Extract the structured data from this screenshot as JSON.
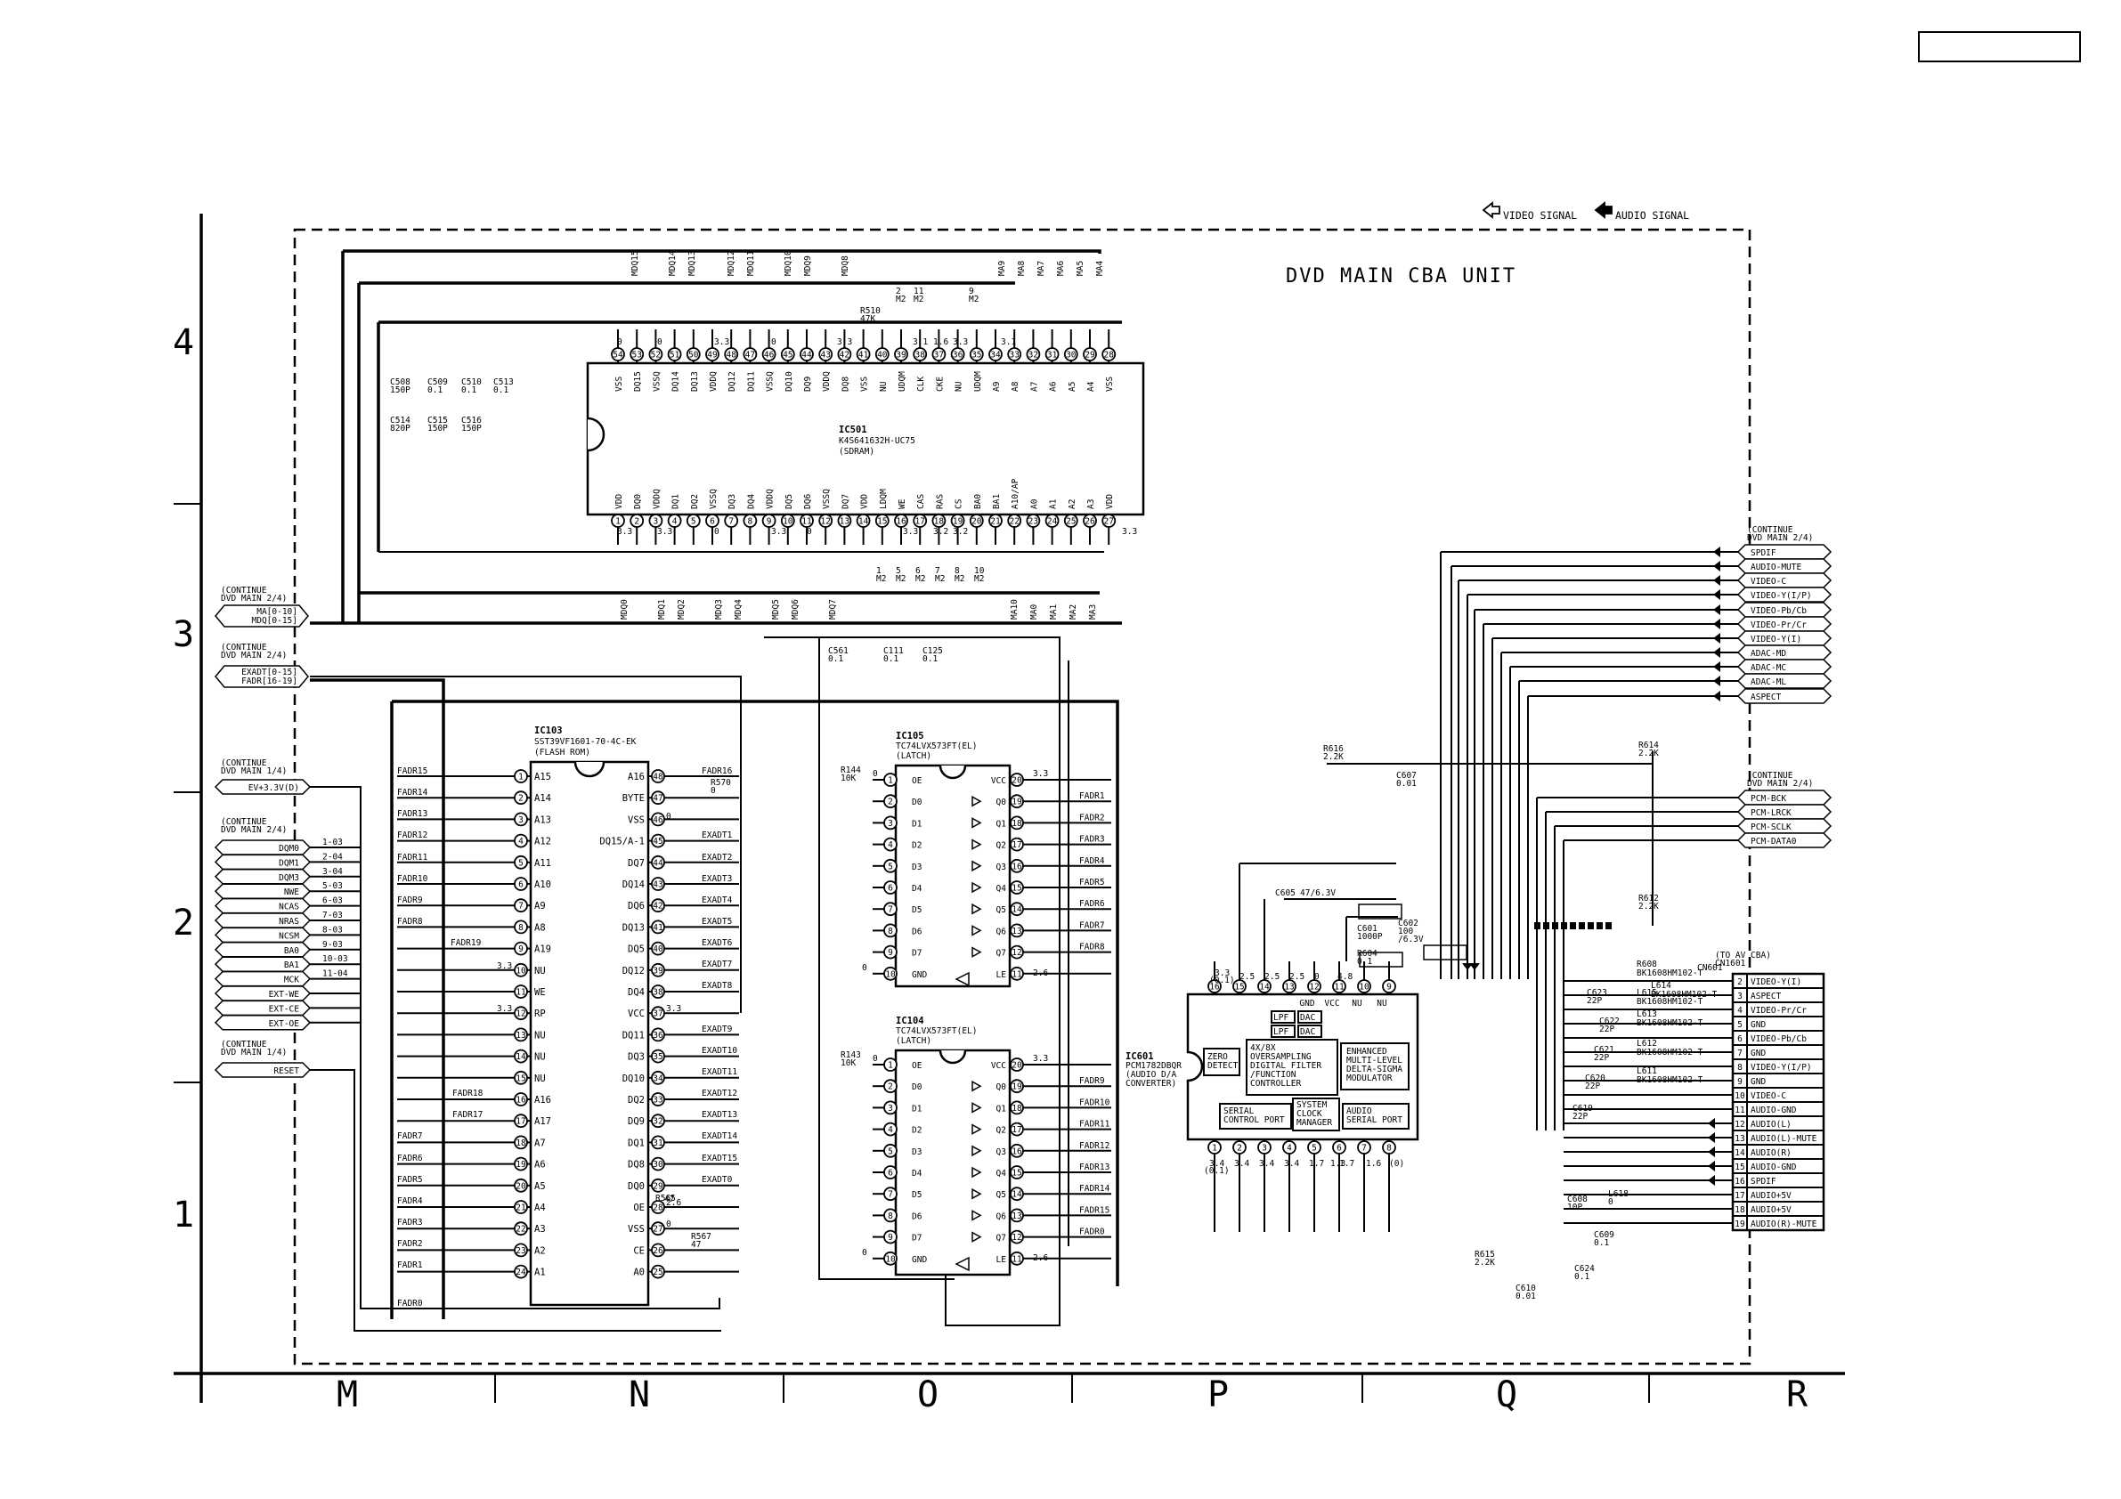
{
  "title": "DVD MAIN CBA UNIT",
  "legend": {
    "video": "VIDEO SIGNAL",
    "audio": "AUDIO SIGNAL"
  },
  "grid": {
    "rows": [
      "4",
      "3",
      "2",
      "1"
    ],
    "cols": [
      "M",
      "N",
      "O",
      "P",
      "Q",
      "R"
    ]
  },
  "ic501": {
    "ref": "IC501",
    "part": "K4S641632H-UC75",
    "desc": "(SDRAM)",
    "top_pins": [
      "VSS",
      "DQ15",
      "VSSQ",
      "DQ14",
      "DQ13",
      "VDDQ",
      "DQ12",
      "DQ11",
      "VSSQ",
      "DQ10",
      "DQ9",
      "VDDQ",
      "DQ8",
      "VSS",
      "NU",
      "UDQM",
      "CLK",
      "CKE",
      "NU",
      "UDQM",
      "A9",
      "A8",
      "A7",
      "A6",
      "A5",
      "A4",
      "VSS"
    ],
    "top_nums": [
      "54",
      "53",
      "52",
      "51",
      "50",
      "49",
      "48",
      "47",
      "46",
      "45",
      "44",
      "43",
      "42",
      "41",
      "40",
      "39",
      "38",
      "37",
      "36",
      "35",
      "34",
      "33",
      "32",
      "31",
      "30",
      "29",
      "28"
    ],
    "bottom_pins": [
      "VDD",
      "DQ0",
      "VDDQ",
      "DQ1",
      "DQ2",
      "VSSQ",
      "DQ3",
      "DQ4",
      "VDDQ",
      "DQ5",
      "DQ6",
      "VSSQ",
      "DQ7",
      "VDD",
      "LDQM",
      "WE",
      "CAS",
      "RAS",
      "CS",
      "BA0",
      "BA1",
      "A10/AP",
      "A0",
      "A1",
      "A2",
      "A3",
      "VDD"
    ],
    "bottom_nums": [
      "1",
      "2",
      "3",
      "4",
      "5",
      "6",
      "7",
      "8",
      "9",
      "10",
      "11",
      "12",
      "13",
      "14",
      "15",
      "16",
      "17",
      "18",
      "19",
      "20",
      "21",
      "22",
      "23",
      "24",
      "25",
      "26",
      "27"
    ],
    "top_nets": [
      "MDQ15",
      "MDQ14",
      "MDQ13",
      "MDQ12",
      "MDQ11",
      "MDQ10",
      "MDQ9",
      "MDQ8",
      "MA9",
      "MA8",
      "MA7",
      "MA6",
      "MA5",
      "MA4"
    ],
    "bottom_nets": [
      "MDQ0",
      "MDQ1",
      "MDQ2",
      "MDQ3",
      "MDQ4",
      "MDQ5",
      "MDQ6",
      "MDQ7",
      "MA10",
      "MA0",
      "MA1",
      "MA2",
      "MA3"
    ],
    "caps": [
      "C508",
      "150P",
      "C509",
      "0.1",
      "C510",
      "0.1",
      "C513",
      "0.1",
      "C514",
      "820P",
      "C515",
      "150P",
      "C516",
      "150P"
    ],
    "r510": [
      "R510",
      "47K"
    ],
    "top_marks": [
      "2",
      "M2",
      "11",
      "M2",
      "9",
      "M2"
    ],
    "bottom_marks": [
      "1",
      "M2",
      "5",
      "M2",
      "6",
      "M2",
      "7",
      "M2",
      "8",
      "M2",
      "10",
      "M2"
    ],
    "top_volts": [
      "0",
      "0",
      "3.3",
      "0",
      "3.3",
      "3.1",
      "1.6",
      "3.3",
      "3.1"
    ],
    "bottom_volts": [
      "3.3",
      "3.3",
      "0",
      "3.3",
      "0",
      "3.3",
      "3.2",
      "3.2",
      "3.3"
    ]
  },
  "decoupling": [
    "C561",
    "0.1",
    "C111",
    "0.1",
    "C125",
    "0.1"
  ],
  "left_connectors": {
    "group1": {
      "note": [
        "(CONTINUE",
        "DVD MAIN 2/4)"
      ],
      "signals": [
        "MA[0-10]",
        "MDQ[0-15]"
      ]
    },
    "group2": {
      "note": [
        "(CONTINUE",
        "DVD MAIN 2/4)"
      ],
      "signals": [
        "EXADT[0-15]",
        "FADR[16-19]"
      ]
    },
    "group3": {
      "note": [
        "(CONTINUE",
        "DVD MAIN 1/4)"
      ],
      "signals": [
        "EV+3.3V(D)"
      ]
    },
    "group4": {
      "note": [
        "(CONTINUE",
        "DVD MAIN 2/4)"
      ],
      "signals": [
        "DQM0",
        "DQM1",
        "DQM3",
        "NWE",
        "NCAS",
        "NRAS",
        "NCSM",
        "BA0",
        "BA1",
        "MCK",
        "EXT-WE",
        "EXT-CE",
        "EXT-OE"
      ],
      "marks": [
        "1-03",
        "2-04",
        "3-04",
        "5-03",
        "6-03",
        "7-03",
        "8-03",
        "9-03",
        "10-03",
        "11-04"
      ]
    },
    "group5": {
      "note": [
        "(CONTINUE",
        "DVD MAIN 1/4)"
      ],
      "signals": [
        "RESET"
      ]
    }
  },
  "ic103": {
    "ref": "IC103",
    "part": "SST39VF1601-70-4C-EK",
    "desc": "(FLASH ROM)",
    "left_pins": [
      "A15",
      "A14",
      "A13",
      "A12",
      "A11",
      "A10",
      "A9",
      "A8",
      "A19",
      "NU",
      "WE",
      "RP",
      "NU",
      "NU",
      "NU",
      "A16",
      "A17",
      "A7",
      "A6",
      "A5",
      "A4",
      "A3",
      "A2",
      "A1"
    ],
    "left_nums": [
      "1",
      "2",
      "3",
      "4",
      "5",
      "6",
      "7",
      "8",
      "9",
      "10",
      "11",
      "12",
      "13",
      "14",
      "15",
      "16",
      "17",
      "18",
      "19",
      "20",
      "21",
      "22",
      "23",
      "24"
    ],
    "right_pins": [
      "A16",
      "BYTE",
      "VSS",
      "DQ15/A-1",
      "DQ7",
      "DQ14",
      "DQ6",
      "DQ13",
      "DQ5",
      "DQ12",
      "DQ4",
      "VCC",
      "DQ11",
      "DQ3",
      "DQ10",
      "DQ2",
      "DQ9",
      "DQ1",
      "DQ8",
      "DQ0",
      "OE",
      "VSS",
      "CE",
      "A0"
    ],
    "right_nums": [
      "48",
      "47",
      "46",
      "45",
      "44",
      "43",
      "42",
      "41",
      "40",
      "39",
      "38",
      "37",
      "36",
      "35",
      "34",
      "33",
      "32",
      "31",
      "30",
      "29",
      "28",
      "27",
      "26",
      "25"
    ],
    "left_nets": [
      "FADR15",
      "FADR14",
      "FADR13",
      "FADR12",
      "FADR11",
      "FADR10",
      "FADR9",
      "FADR8",
      "FADR19",
      "FADR18",
      "FADR17",
      "FADR7",
      "FADR6",
      "FADR5",
      "FADR4",
      "FADR3",
      "FADR2",
      "FADR1",
      "FADR0"
    ],
    "right_nets": [
      "FADR16",
      "EXADT1",
      "EXADT2",
      "EXADT3",
      "EXADT4",
      "EXADT5",
      "EXADT6",
      "EXADT7",
      "EXADT8",
      "EXADT9",
      "EXADT10",
      "EXADT11",
      "EXADT12",
      "EXADT13",
      "EXADT14",
      "EXADT15",
      "EXADT0"
    ],
    "parts": [
      "R570",
      "0",
      "R565",
      "47",
      "R567",
      "47"
    ],
    "volts": [
      "0",
      "3.3",
      "3.3",
      "3.3",
      "2.6",
      "0"
    ]
  },
  "ic105": {
    "ref": "IC105",
    "part": "TC74LVX573FT(EL)",
    "desc": "(LATCH)",
    "left_pins": [
      "OE",
      "D0",
      "D1",
      "D2",
      "D3",
      "D4",
      "D5",
      "D6",
      "D7",
      "GND"
    ],
    "right_pins": [
      "VCC",
      "Q0",
      "Q1",
      "Q2",
      "Q3",
      "Q4",
      "Q5",
      "Q6",
      "Q7",
      "LE"
    ],
    "left_nums": [
      "1",
      "2",
      "3",
      "4",
      "5",
      "6",
      "7",
      "8",
      "9",
      "10"
    ],
    "right_nums": [
      "20",
      "19",
      "18",
      "17",
      "16",
      "15",
      "14",
      "13",
      "12",
      "11"
    ],
    "out_nets": [
      "FADR1",
      "FADR2",
      "FADR3",
      "FADR4",
      "FADR5",
      "FADR6",
      "FADR7",
      "FADR8"
    ],
    "parts": [
      "R144",
      "10K"
    ],
    "volts": [
      "0",
      "3.3",
      "0",
      "2.6"
    ]
  },
  "ic104": {
    "ref": "IC104",
    "part": "TC74LVX573FT(EL)",
    "desc": "(LATCH)",
    "left_pins": [
      "OE",
      "D0",
      "D1",
      "D2",
      "D3",
      "D4",
      "D5",
      "D6",
      "D7",
      "GND"
    ],
    "right_pins": [
      "VCC",
      "Q0",
      "Q1",
      "Q2",
      "Q3",
      "Q4",
      "Q5",
      "Q6",
      "Q7",
      "LE"
    ],
    "left_nums": [
      "1",
      "2",
      "3",
      "4",
      "5",
      "6",
      "7",
      "8",
      "9",
      "10"
    ],
    "right_nums": [
      "20",
      "19",
      "18",
      "17",
      "16",
      "15",
      "14",
      "13",
      "12",
      "11"
    ],
    "out_nets": [
      "FADR9",
      "FADR10",
      "FADR11",
      "FADR12",
      "FADR13",
      "FADR14",
      "FADR15",
      "FADR0"
    ],
    "parts": [
      "R143",
      "10K"
    ],
    "volts": [
      "0",
      "3.3",
      "0",
      "2.6"
    ]
  },
  "ic601": {
    "ref": "IC601",
    "part": "PCM1782DBQR",
    "desc": [
      "(AUDIO D/A",
      "CONVERTER)"
    ],
    "blocks": {
      "zero": [
        "ZERO",
        "DETECT"
      ],
      "filter": [
        "4X/8X",
        "OVERSAMPLING",
        "DIGITAL FILTER",
        "/FUNCTION",
        "CONTROLLER"
      ],
      "enhanced": [
        "ENHANCED",
        "MULTI-LEVEL",
        "DELTA-SIGMA",
        "MODULATOR"
      ],
      "serial_ctrl": [
        "SERIAL",
        "CONTROL PORT"
      ],
      "sysclk": [
        "SYSTEM",
        "CLOCK",
        "MANAGER"
      ],
      "audio_port": [
        "AUDIO",
        "SERIAL PORT"
      ],
      "lpf": "LPF",
      "dac": "DAC"
    },
    "top_pins": [
      "GND",
      "VCC",
      "NU",
      "NU"
    ],
    "top_nums": [
      "16",
      "15",
      "14",
      "13",
      "12",
      "11",
      "10",
      "9"
    ],
    "bottom_nums": [
      "1",
      "2",
      "3",
      "4",
      "5",
      "6",
      "7",
      "8"
    ],
    "top_volts": [
      "3.3",
      "(0.1)",
      "2.5",
      "2.5",
      "2.5",
      "0",
      "4.8"
    ],
    "bottom_volts": [
      "3.4",
      "(0.1)",
      "3.4",
      "3.4",
      "3.4",
      "1.7",
      "1.3",
      "1.7",
      "1.6",
      "(0)"
    ],
    "parts": [
      "R616",
      "2.2K",
      "C607",
      "0.01",
      "C605",
      "47/6.3V",
      "C601",
      "1000P",
      "C602",
      "100",
      "/6.3V",
      "R604",
      "0.1",
      "R615",
      "2.2K",
      "C610",
      "0.01",
      "C608",
      "10P",
      "L618",
      "0",
      "C609",
      "0.1",
      "C624",
      "0.1"
    ]
  },
  "right_connectors": {
    "group1": {
      "note": [
        "(CONTINUE",
        "DVD MAIN 2/4)"
      ],
      "signals": [
        "SPDIF",
        "AUDIO-MUTE",
        "VIDEO-C",
        "VIDEO-Y(I/P)",
        "VIDEO-Pb/Cb",
        "VIDEO-Pr/Cr",
        "VIDEO-Y(I)",
        "ADAC-MD",
        "ADAC-MC",
        "ADAC-ML",
        "ASPECT"
      ]
    },
    "group2": {
      "note": [
        "(CONTINUE",
        "DVD MAIN 2/4)"
      ],
      "signals": [
        "PCM-BCK",
        "PCM-LRCK",
        "PCM-SCLK",
        "PCM-DATA0"
      ]
    },
    "parts": [
      "R614",
      "2.2K",
      "R612",
      "2.2K"
    ]
  },
  "cn601": {
    "ref": "CN601",
    "note": [
      "(TO AV CBA)",
      "CN1601"
    ],
    "pins": [
      "2",
      "3",
      "4",
      "5",
      "6",
      "7",
      "8",
      "9",
      "10",
      "11",
      "12",
      "13",
      "14",
      "15",
      "16",
      "17",
      "18",
      "19"
    ],
    "signals": [
      "VIDEO-Y(I)",
      "ASPECT",
      "VIDEO-Pr/Cr",
      "GND",
      "VIDEO-Pb/Cb",
      "GND",
      "VIDEO-Y(I/P)",
      "GND",
      "VIDEO-C",
      "AUDIO-GND",
      "AUDIO(L)",
      "AUDIO(L)-MUTE",
      "AUDIO(R)",
      "AUDIO-GND",
      "SPDIF",
      "AUDIO+5V",
      "AUDIO+5V",
      "AUDIO(R)-MUTE"
    ],
    "filters": [
      "R608",
      "BK1608HM102-T",
      "L615",
      "BK1608HM102-T",
      "L614",
      "BK1608HM102-T",
      "L613",
      "BK1608HM102-T",
      "L612",
      "BK1608HM102-T",
      "L611",
      "BK1608HM102-T"
    ],
    "caps": [
      "C623",
      "22P",
      "C622",
      "22P",
      "C621",
      "22P",
      "C620",
      "22P",
      "C619",
      "22P"
    ]
  }
}
